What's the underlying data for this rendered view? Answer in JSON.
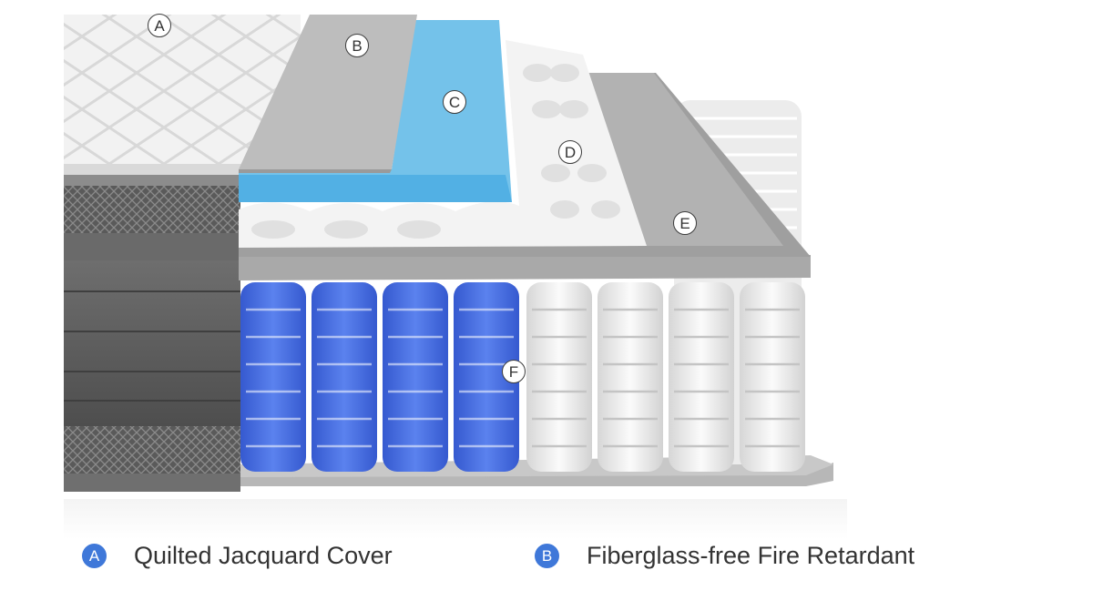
{
  "markers": [
    "A",
    "B",
    "C",
    "D",
    "E",
    "F"
  ],
  "legend": [
    {
      "letter": "A",
      "text": "Quilted Jacquard Cover"
    },
    {
      "letter": "B",
      "text": "Fiberglass-free Fire Retardant"
    }
  ],
  "colors": {
    "accent_blue": "#3f78d9",
    "coil_blue": "#4a6fe0",
    "gel_foam": "#74c2ea",
    "fabric_gray": "#5e5e5e",
    "base_gray": "#b4b4b4"
  }
}
